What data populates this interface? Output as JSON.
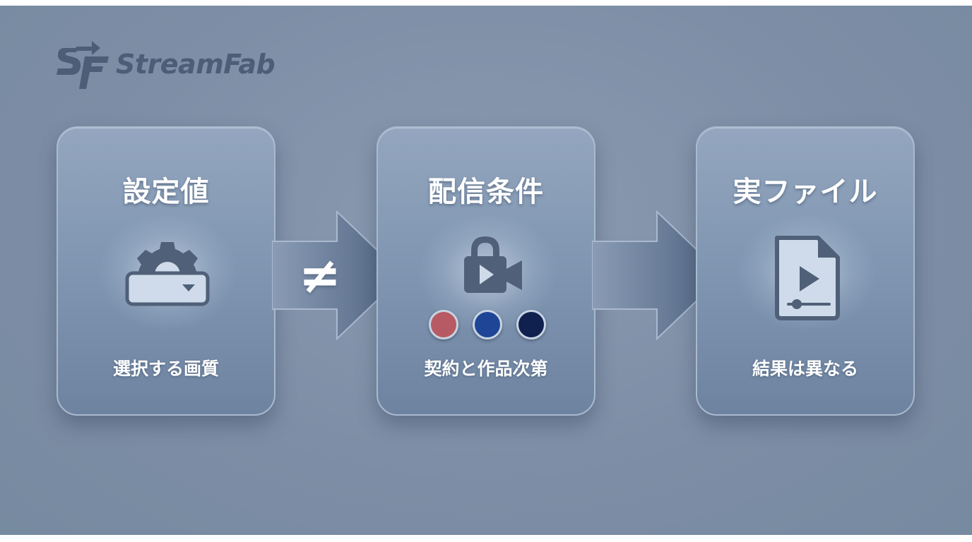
{
  "brand": {
    "name": "StreamFab"
  },
  "steps": [
    {
      "title": "設定値",
      "caption": "選択する画質",
      "icon": "gear-dropdown-icon"
    },
    {
      "title": "配信条件",
      "caption": "契約と作品次第",
      "icon": "lock-video-camera-icon"
    },
    {
      "title": "実ファイル",
      "caption": "結果は異なる",
      "icon": "video-file-icon"
    }
  ],
  "connectors": [
    {
      "symbol": "≠"
    },
    {
      "symbol": ""
    }
  ],
  "condition_dots": [
    {
      "color": "#b85a63"
    },
    {
      "color": "#1f4596"
    },
    {
      "color": "#10204f"
    }
  ],
  "colors": {
    "background": "#7d8da5",
    "icon": "#4f6078",
    "logo": "#4c5d77",
    "arrow": "#5b6f8c"
  }
}
